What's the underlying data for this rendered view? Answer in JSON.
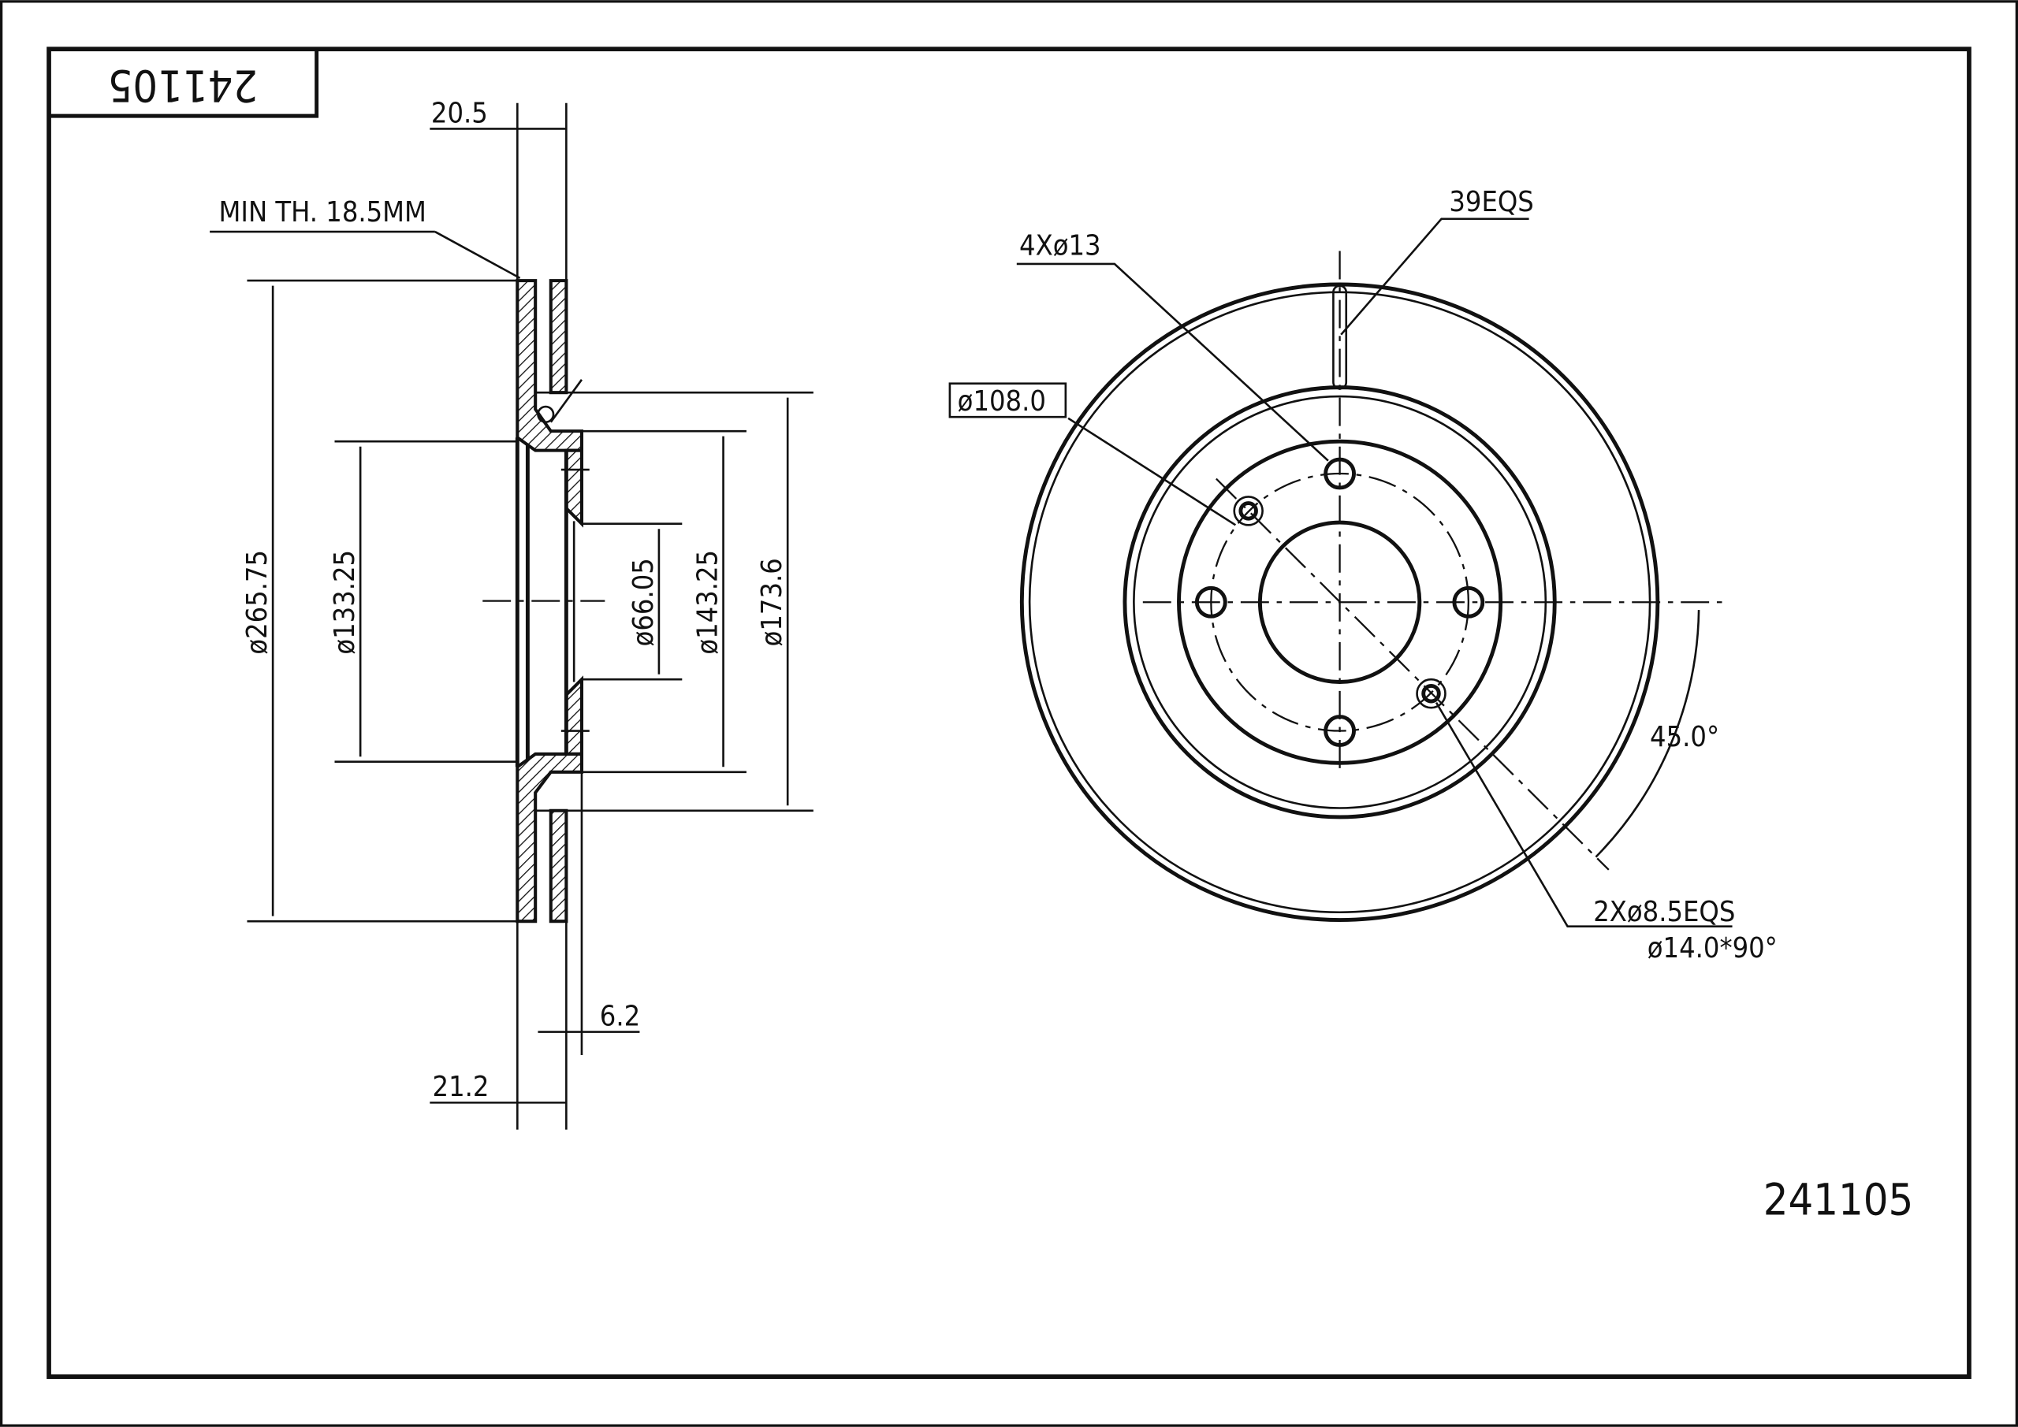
{
  "title_block": {
    "part_number_rotated": "241105"
  },
  "part_number": "241105",
  "side_view": {
    "width_top": "20.5",
    "min_thickness": "MIN TH. 18.5MM",
    "dia_outer": "ø265.75",
    "dia_inner": "ø133.25",
    "dia_center_bore": "ø66.05",
    "dia_hub": "ø143.25",
    "dia_hat": "ø173.6",
    "offset_small": "6.2",
    "width_bottom": "21.2"
  },
  "front_view": {
    "slot_label": "39EQS",
    "bolt_holes": "4Xø13",
    "pcd": "ø108.0",
    "angle": "45.0°",
    "small_holes": "2Xø8.5EQS",
    "countersink": "ø14.0*90°"
  }
}
